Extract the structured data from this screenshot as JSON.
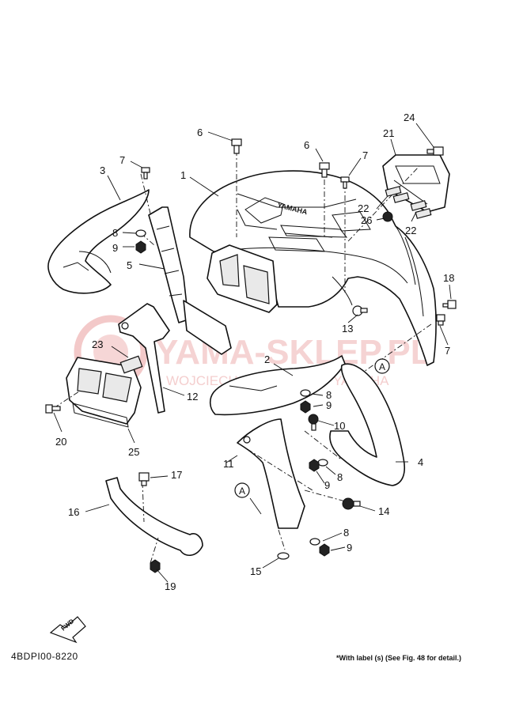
{
  "figure_code": "4BDPI00-8220",
  "label_note": "*With label (s) (See Fig. 48 for detail.)",
  "brand_logo_text": "YAMAHA",
  "fwd_text": "FWD",
  "watermark": {
    "title": "YAMA-SKLEP.PL",
    "subtitle": "WOJCIECHOWSKI SKLEP YAMAHA",
    "color": "#f3c9c9"
  },
  "callouts": {
    "p1": "1",
    "p2": "2",
    "p3": "3",
    "p4": "4",
    "p5": "5",
    "p6a": "6",
    "p6b": "6",
    "p7a": "7",
    "p7b": "7",
    "p7c": "7",
    "p8a": "8",
    "p8b": "8",
    "p8c": "8",
    "p8d": "8",
    "p9a": "9",
    "p9b": "9",
    "p9c": "9",
    "p9d": "9",
    "p10": "10",
    "p11": "11",
    "p12": "12",
    "p13": "13",
    "p14": "14",
    "p15": "15",
    "p16": "16",
    "p17": "17",
    "p18": "18",
    "p19": "19",
    "p20": "20",
    "p21": "21",
    "p22a": "22",
    "p22b": "22",
    "p23": "23",
    "p24": "24",
    "p25": "25",
    "p26": "26",
    "refA1": "A",
    "refA2": "A"
  }
}
